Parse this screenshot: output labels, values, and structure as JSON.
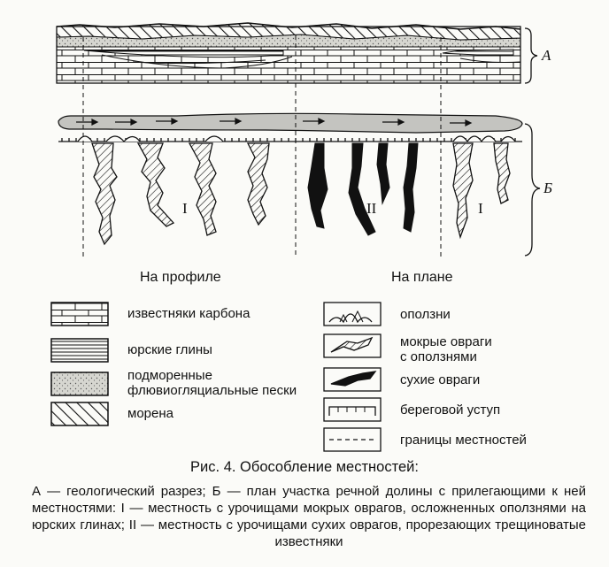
{
  "labels": {
    "section_a": "А",
    "section_b": "Б",
    "zone_1_left": "I",
    "zone_2": "II",
    "zone_1_right": "I",
    "on_profile": "На профиле",
    "on_plan": "На плане"
  },
  "legend_left": [
    {
      "id": "limestone",
      "label": "известняки карбона"
    },
    {
      "id": "clay",
      "label": "юрские глины"
    },
    {
      "id": "sand",
      "label": "подморенные\nфлювиогляциальные пески"
    },
    {
      "id": "moraine",
      "label": "морена"
    }
  ],
  "legend_right": [
    {
      "id": "landslide",
      "label": "оползни"
    },
    {
      "id": "wet-ravine",
      "label": "мокрые овраги\nс оползнями"
    },
    {
      "id": "dry-ravine",
      "label": "сухие овраги"
    },
    {
      "id": "bank-scarp",
      "label": "береговой уступ"
    },
    {
      "id": "boundary",
      "label": "границы местностей"
    }
  ],
  "figure": {
    "title": "Рис. 4. Обособление местностей:",
    "caption": "А — геологический разрез; Б — план участка речной долины с прилегающими к ней местностями: I — местность с урочищами мокрых оврагов, осложненных оползнями на юрских глинах; II — местность с урочищами сухих оврагов, прорезающих трещиноватые известняки"
  },
  "colors": {
    "ink": "#111111",
    "paper": "#fbfbf8",
    "sand": "#d9d9d4",
    "river": "#c4c4c0"
  }
}
